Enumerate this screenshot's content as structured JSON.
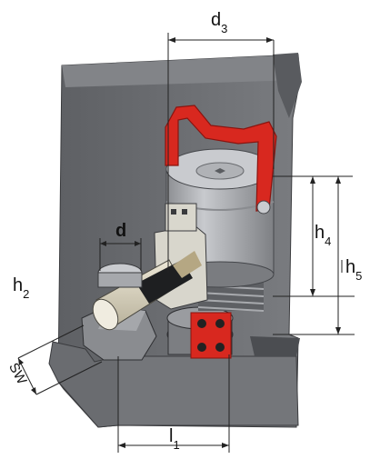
{
  "dimension_labels": {
    "d3": {
      "base": "d",
      "sub": "3"
    },
    "d": {
      "base": "d",
      "sub": ""
    },
    "h2": {
      "base": "h",
      "sub": "2"
    },
    "h4": {
      "base": "h",
      "sub": "4"
    },
    "h5": {
      "base": "h",
      "sub": "5"
    },
    "sw": {
      "base": "SW",
      "sub": ""
    },
    "l1": {
      "base": "l",
      "sub": "1"
    }
  },
  "colors": {
    "housing": "#6f7175",
    "housing_dark": "#4e5054",
    "cylinder": "#b6b8bc",
    "cylinder_dark": "#8a8c90",
    "handle": "#d8281f",
    "handle_dark": "#9c1812",
    "coupling": "#d9d4c2",
    "dimension_line": "#222222"
  }
}
